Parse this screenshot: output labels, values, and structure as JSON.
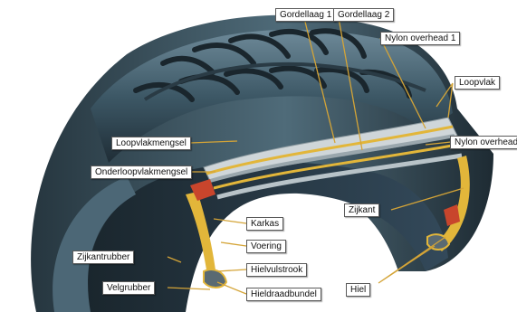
{
  "diagram": {
    "labels": {
      "gordellaag1": "Gordellaag 1",
      "gordellaag2": "Gordellaag 2",
      "nylon_overhead1": "Nylon overhead 1",
      "loopvlak": "Loopvlak",
      "nylon_overhead": "Nylon overhead",
      "loopvlakmengsel": "Loopvlakmengsel",
      "onderloopvlakmengsel": "Onderloopvlakmengsel",
      "zijkant": "Zijkant",
      "karkas": "Karkas",
      "voering": "Voering",
      "zijkantrubber": "Zijkantrubber",
      "hielvulstrook": "Hielvulstrook",
      "velgrubber": "Velgrubber",
      "hieldraadbundel": "Hieldraadbundel",
      "hiel": "Hiel"
    },
    "colors": {
      "rubber_dark": "#1f2d36",
      "rubber_mid": "#3d5866",
      "rubber_light": "#7d98a6",
      "belt_steel": "#9aa7ad",
      "gold_layer": "#e2b63a",
      "red_insert": "#c8452c",
      "leader_line": "#d4a437"
    }
  }
}
